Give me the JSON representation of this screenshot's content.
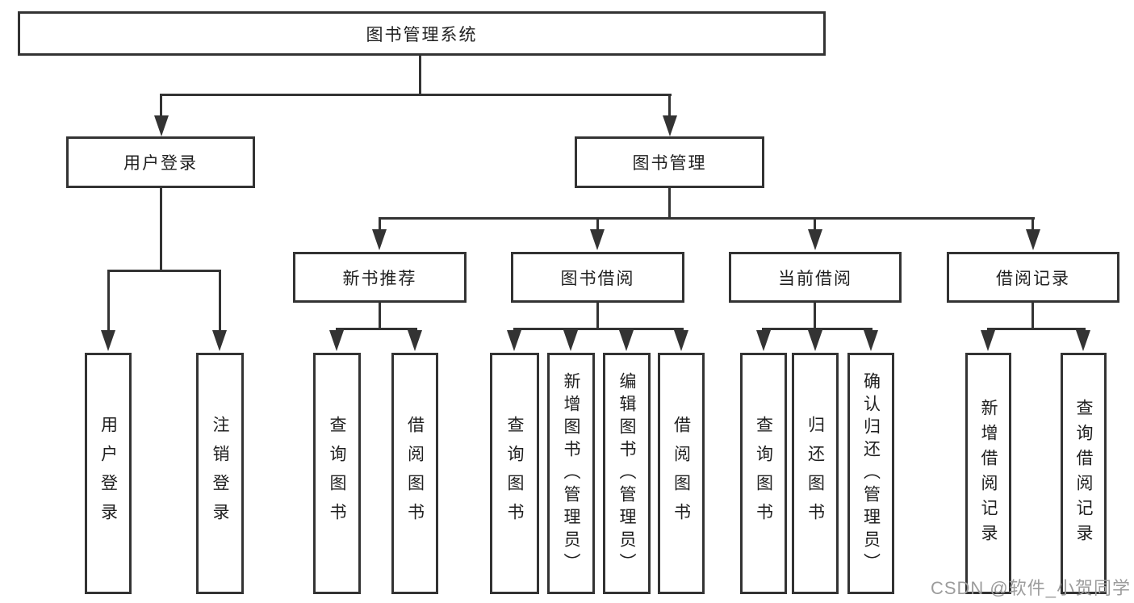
{
  "diagram": {
    "root": "图书管理系统",
    "level2": {
      "user_login": "用户登录",
      "book_management": "图书管理"
    },
    "level3": {
      "new_book": "新书推荐",
      "book_borrow": "图书借阅",
      "current_borrow": "当前借阅",
      "borrow_record": "借阅记录"
    },
    "leaves": {
      "user_login": [
        "用户登录",
        "注销登录"
      ],
      "new_book": [
        "查询图书",
        "借阅图书"
      ],
      "book_borrow": [
        "查询图书",
        "新增图书（管理员）",
        "编辑图书（管理员）",
        "借阅图书"
      ],
      "current_borrow": [
        "查询图书",
        "归还图书",
        "确认归还（管理员）"
      ],
      "borrow_record": [
        "新增借阅记录",
        "查询借阅记录"
      ]
    }
  },
  "watermark": "CSDN @软件_小贺同学",
  "colors": {
    "line": "#333333",
    "text": "#1f1f1f",
    "watermark": "#9c9c9c",
    "background": "#ffffff"
  }
}
